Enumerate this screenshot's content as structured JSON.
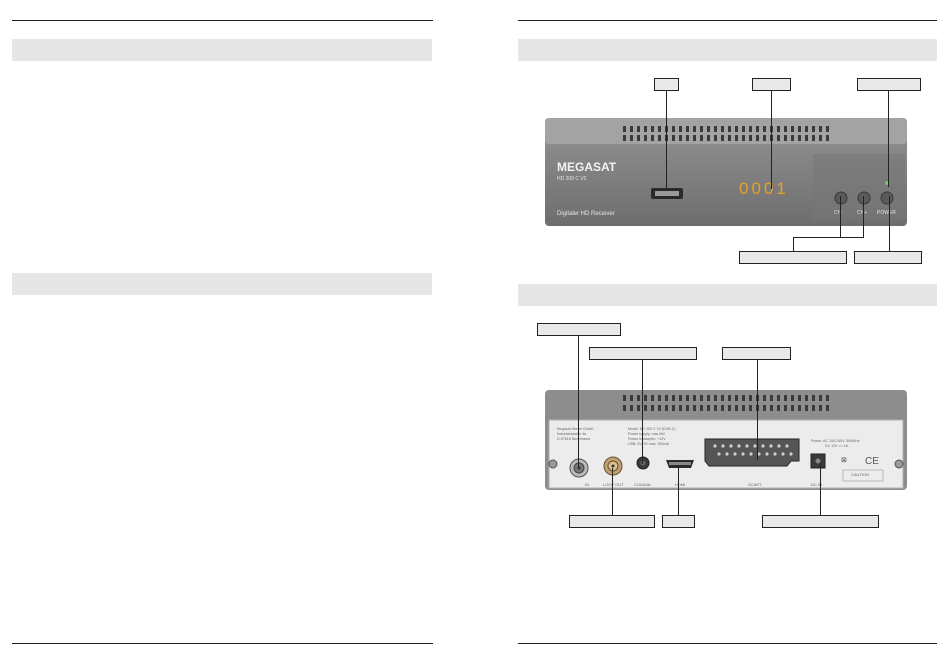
{
  "front_panel": {
    "brand": "MEGASAT",
    "model": "HD 200 C V2",
    "subtitle": "Digitaler HD Receiver",
    "display": "0001",
    "btn_ch_down": "CH-",
    "btn_ch_up": "CH+",
    "btn_power": "POWER"
  },
  "rear_panel": {
    "info_left_1": "Megasat Werke GmbH",
    "info_left_2": "Industriestraße 4a",
    "info_left_3": "D-97618 Niederlauer",
    "info_mid_1": "Model: HD 200 C V2 (DVB-C)",
    "info_mid_2": "Power supply: max 8W",
    "info_mid_3": "Power in adapter: +12V",
    "info_mid_4": "USB: 5V, 5V max. 500mA",
    "info_right_1": "Power: AC 100-240V, 50/60Hz",
    "info_right_2": "DC 12V == 1A",
    "port_in": "IN",
    "port_loop": "LOOP OUT",
    "port_coaxial": "COAXIAL",
    "port_hdmi": "HDMI",
    "port_scart": "SCART",
    "port_dcin": "DC IN",
    "caution": "CAUTION"
  }
}
